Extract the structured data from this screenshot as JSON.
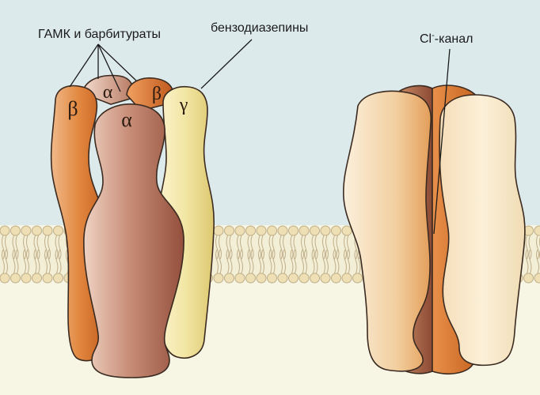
{
  "labels": {
    "gaba_barbiturates": "ГАМК и барбитураты",
    "benzodiazepines": "бензодиазепины",
    "cl_channel_base": "Cl",
    "cl_channel_sup": "-",
    "cl_channel_rest": "-канал"
  },
  "subunits": {
    "beta_left": "β",
    "alpha_back": "α",
    "beta_back": "β",
    "alpha_front": "α",
    "gamma": "γ"
  },
  "colors": {
    "background_top": "#ddeaec",
    "background_bottom": "#f7f5e4",
    "membrane_head": "#eedfb4",
    "membrane_outline": "#bfae88",
    "outline": "#3a2a20"
  }
}
